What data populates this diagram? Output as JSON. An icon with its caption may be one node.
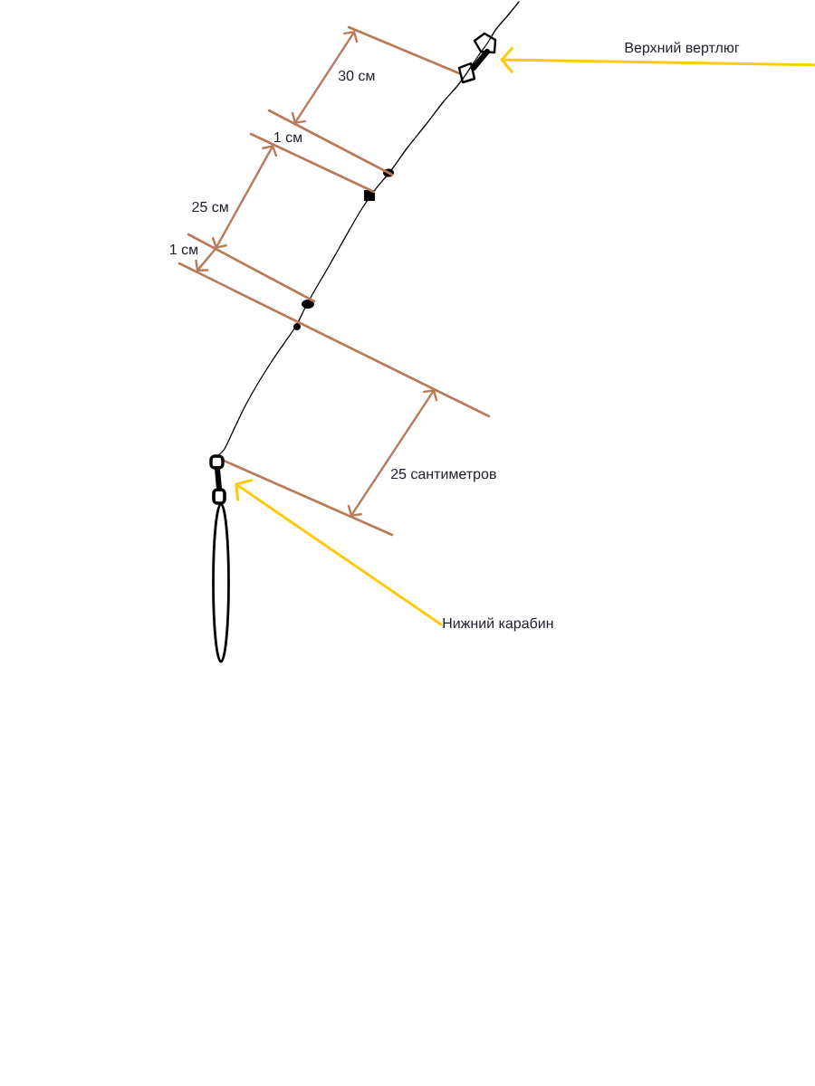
{
  "diagram": {
    "nodes": [
      {
        "text": [
          "Верхний вертлюг"
        ]
      },
      {
        "text": [],
        "shape": "picture"
      },
      {
        "text": [
          "Нижний карабин"
        ]
      },
      {
        "text": [],
        "shape": "picture"
      },
      {
        "text": [],
        "shape": "ellipse"
      }
    ],
    "edges": [
      {
        "from": 0,
        "to": 1,
        "arrow": "to",
        "color": "#ffc90e"
      },
      {
        "from": 2,
        "to": 3,
        "arrow": "to",
        "color": "#ffc90e"
      }
    ],
    "labels": [
      "30 см",
      "1 см",
      "25 см",
      "1 см",
      "25 сантиметров"
    ]
  }
}
